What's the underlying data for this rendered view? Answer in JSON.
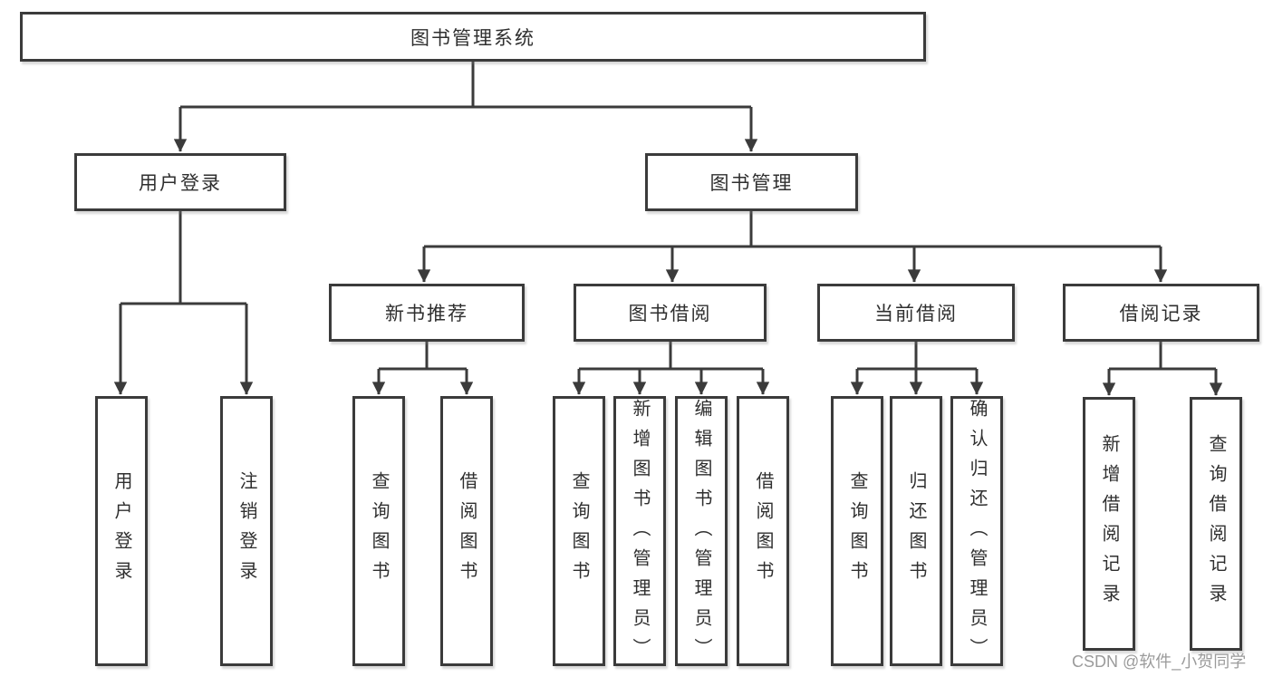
{
  "diagram": {
    "root": {
      "label": "图书管理系统"
    },
    "branches": [
      {
        "label": "用户登录",
        "leaves": [
          "用户登录",
          "注销登录"
        ]
      },
      {
        "label": "图书管理",
        "groups": [
          {
            "label": "新书推荐",
            "leaves": [
              "查询图书",
              "借阅图书"
            ]
          },
          {
            "label": "图书借阅",
            "leaves": [
              "查询图书",
              "新增图书（管理员）",
              "编辑图书（管理员）",
              "借阅图书"
            ]
          },
          {
            "label": "当前借阅",
            "leaves": [
              "查询图书",
              "归还图书",
              "确认归还（管理员）"
            ]
          },
          {
            "label": "借阅记录",
            "leaves": [
              "新增借阅记录",
              "查询借阅记录"
            ]
          }
        ]
      }
    ]
  },
  "watermark": {
    "text": "CSDN @软件_小贺同学"
  },
  "colors": {
    "line": "#3b3b3b",
    "text": "#2f2f2f",
    "watermark": "#9b9b9b",
    "background": "#ffffff"
  }
}
